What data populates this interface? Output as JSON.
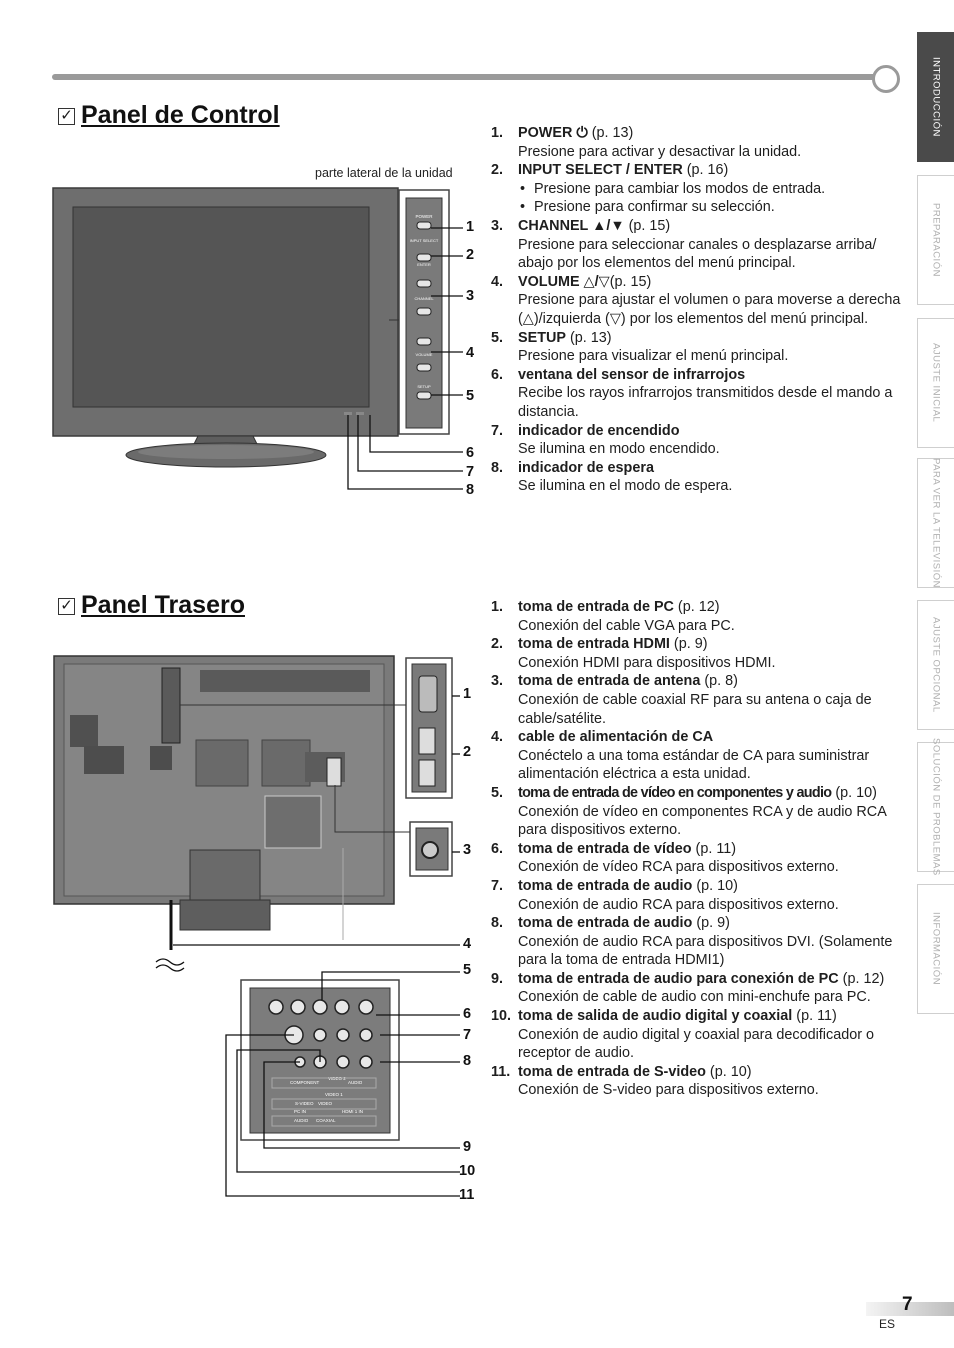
{
  "side_tabs": [
    {
      "label": "INTRODUCCIÓN",
      "active": true
    },
    {
      "label": "PREPARACIÓN",
      "active": false
    },
    {
      "label": "AJUSTE INICIAL",
      "active": false
    },
    {
      "label": "PARA VER LA TELEVISIÓN",
      "active": false
    },
    {
      "label": "AJUSTE OPCIONAL",
      "active": false
    },
    {
      "label": "SOLUCIÓN DE PROBLEMAS",
      "active": false
    },
    {
      "label": "INFORMACIÓN",
      "active": false
    }
  ],
  "control_panel": {
    "check_mark": "✓",
    "title": "Panel de Control",
    "caption": "parte lateral de la unidad",
    "panel_labels": {
      "power": "POWER",
      "input": "INPUT SELECT",
      "enter": "ENTER",
      "channel": "CHANNEL",
      "volume": "VOLUME",
      "setup": "SETUP"
    },
    "callouts": [
      "1",
      "2",
      "3",
      "4",
      "5",
      "6",
      "7",
      "8"
    ],
    "items": [
      {
        "num": "1.",
        "title": "POWER ⏻",
        "ref": " (p. 13)",
        "desc": "Presione para activar y desactivar la unidad.",
        "bullets": []
      },
      {
        "num": "2.",
        "title": "INPUT SELECT / ENTER",
        "ref": " (p. 16)",
        "desc": "",
        "bullets": [
          "Presione para cambiar los modos de entrada.",
          "Presione para confirmar su selección."
        ]
      },
      {
        "num": "3.",
        "title": "CHANNEL ▲/▼",
        "ref": " (p. 15)",
        "desc": "Presione para seleccionar canales o desplazarse arriba/ abajo por los elementos del menú principal.",
        "bullets": []
      },
      {
        "num": "4.",
        "title": "VOLUME △/▽",
        "ref": "(p. 15)",
        "desc": "Presione para ajustar el volumen o para moverse a derecha (△)/izquierda (▽) por los elementos del menú principal.",
        "bullets": []
      },
      {
        "num": "5.",
        "title": "SETUP",
        "ref": " (p. 13)",
        "desc": "Presione para visualizar el menú principal.",
        "bullets": []
      },
      {
        "num": "6.",
        "title": "ventana del sensor de infrarrojos",
        "ref": "",
        "desc": "Recibe los rayos infrarrojos transmitidos desde el mando a distancia.",
        "bullets": []
      },
      {
        "num": "7.",
        "title": "indicador de encendido",
        "ref": "",
        "desc": "Se ilumina en modo encendido.",
        "bullets": []
      },
      {
        "num": "8.",
        "title": "indicador de espera",
        "ref": "",
        "desc": "Se ilumina en el modo de espera.",
        "bullets": []
      }
    ]
  },
  "rear_panel": {
    "check_mark": "✓",
    "title": "Panel Trasero",
    "callouts": [
      "1",
      "2",
      "3",
      "4",
      "5",
      "6",
      "7",
      "8",
      "9",
      "10",
      "11"
    ],
    "jack_labels": {
      "component": "COMPONENT",
      "video2": "VIDEO 2",
      "audio": "AUDIO",
      "video1": "VIDEO 1",
      "svideo": "S-VIDEO",
      "video": "VIDEO",
      "pcin": "PC IN",
      "audio_small": "AUDIO",
      "coaxial": "COAXIAL",
      "hdmi1": "HDMI 1 IN"
    },
    "items": [
      {
        "num": "1.",
        "title": "toma de entrada de PC",
        "ref": " (p. 12)",
        "desc": "Conexión del cable VGA para PC.",
        "tight": false
      },
      {
        "num": "2.",
        "title": "toma de entrada HDMI",
        "ref": " (p. 9)",
        "desc": "Conexión HDMI para dispositivos HDMI.",
        "tight": false
      },
      {
        "num": "3.",
        "title": "toma de entrada de antena",
        "ref": " (p. 8)",
        "desc": "Conexión de cable coaxial RF para su antena o caja de cable/satélite.",
        "tight": false
      },
      {
        "num": "4.",
        "title": "cable de alimentación de CA",
        "ref": "",
        "desc": "Conéctelo a una toma estándar de CA para suministrar alimentación eléctrica a esta unidad.",
        "tight": false
      },
      {
        "num": "5.",
        "title": "toma de entrada de vídeo en componentes y audio",
        "ref": " (p. 10)",
        "desc": "Conexión de vídeo en componentes RCA y de audio RCA para dispositivos externo.",
        "tight": true
      },
      {
        "num": "6.",
        "title": "toma de entrada de vídeo",
        "ref": " (p. 11)",
        "desc": "Conexión de vídeo RCA para dispositivos externo.",
        "tight": false
      },
      {
        "num": "7.",
        "title": "toma de entrada de audio",
        "ref": " (p. 10)",
        "desc": "Conexión de audio RCA para dispositivos externo.",
        "tight": false
      },
      {
        "num": "8.",
        "title": "toma de entrada de audio",
        "ref": " (p. 9)",
        "desc": "Conexión de audio RCA para dispositivos DVI. (Solamente para la toma de entrada HDMI1)",
        "tight": false
      },
      {
        "num": "9.",
        "title": "toma de entrada de audio para conexión de PC",
        "ref": " (p. 12)",
        "desc": "Conexión de cable de audio con mini-enchufe para PC.",
        "tight": false
      },
      {
        "num": "10.",
        "title": "toma de salida de audio digital y coaxial",
        "ref": " (p. 11)",
        "desc": "Conexión de audio digital y coaxial para decodificador o receptor de audio.",
        "tight": false
      },
      {
        "num": "11.",
        "title": "toma de entrada de S-video",
        "ref": " (p. 10)",
        "desc": "Conexión de S-video para dispositivos externo.",
        "tight": false
      }
    ]
  },
  "page": {
    "number": "7",
    "lang": "ES"
  }
}
